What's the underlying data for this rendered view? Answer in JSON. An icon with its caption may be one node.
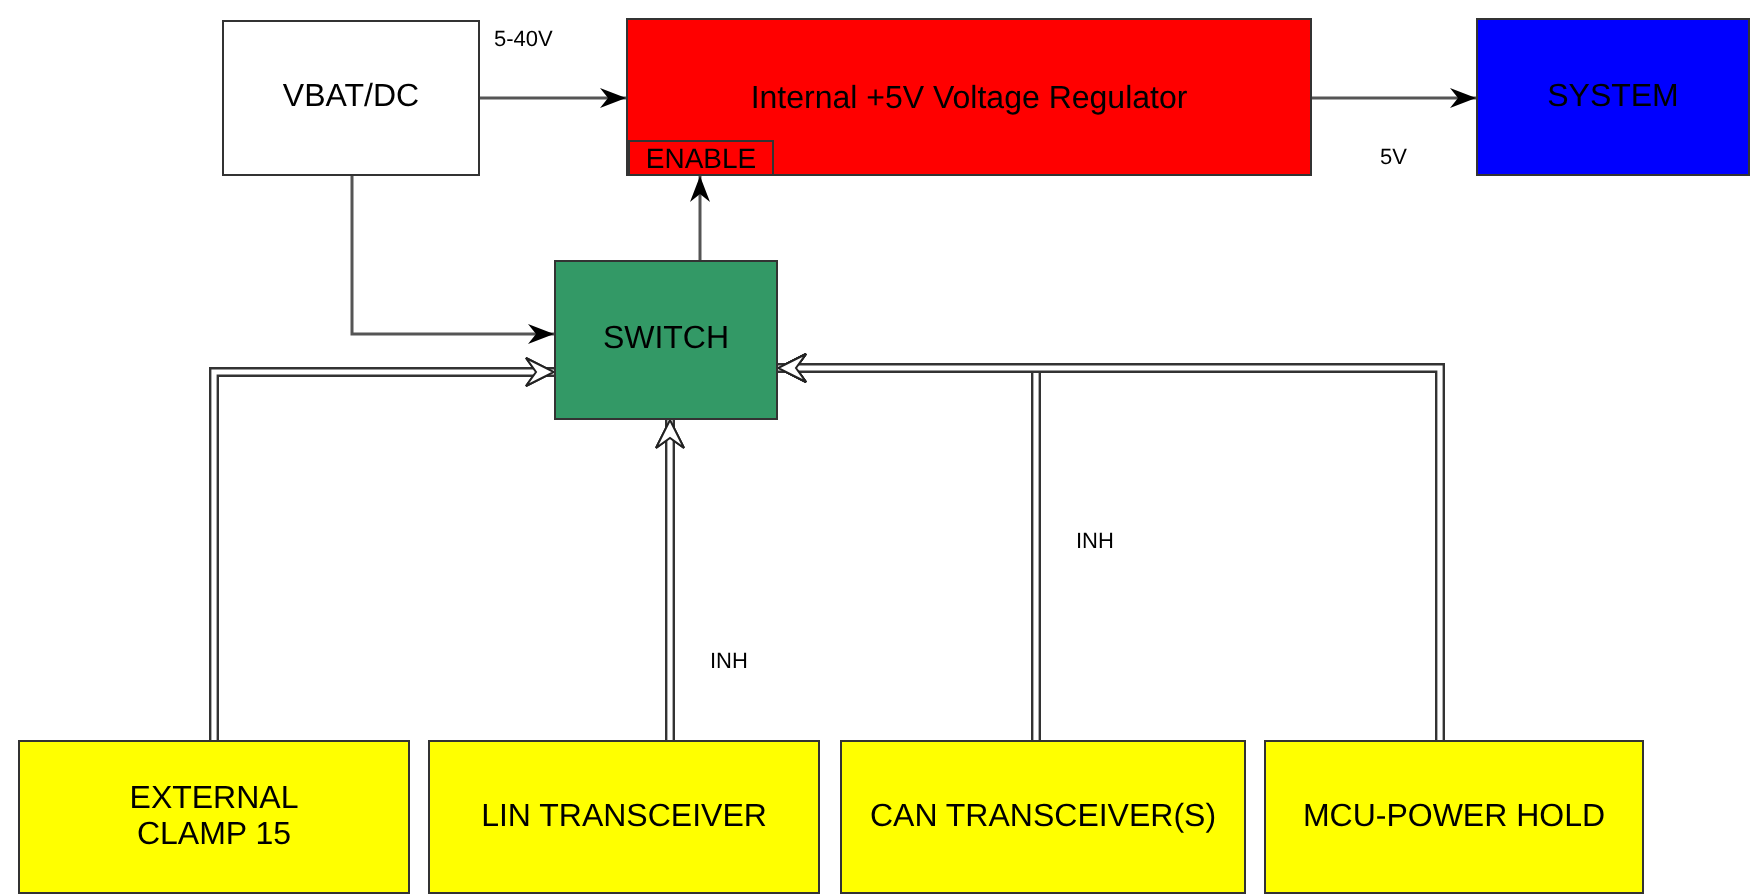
{
  "diagram": {
    "nodes": [
      {
        "text": [
          "VBAT/DC"
        ]
      },
      {
        "text": [
          "Internal +5V Voltage Regulator"
        ]
      },
      {
        "text": [
          "ENABLE"
        ],
        "in": 1
      },
      {
        "text": [
          "SYSTEM"
        ]
      },
      {
        "text": [
          "SWITCH"
        ]
      },
      {
        "text": [
          "EXTERNAL CLAMP 15"
        ]
      },
      {
        "text": [
          "LIN TRANSCEIVER"
        ]
      },
      {
        "text": [
          "CAN TRANSCEIVER(S)"
        ]
      },
      {
        "text": [
          "MCU-POWER HOLD"
        ]
      }
    ],
    "edges": [
      {
        "from": 0,
        "to": 1,
        "arrow": "to",
        "label": "5-40V"
      },
      {
        "from": 1,
        "to": 3,
        "arrow": "to",
        "label": "5V"
      },
      {
        "from": 0,
        "to": 4,
        "arrow": "to"
      },
      {
        "from": 4,
        "to": 2,
        "arrow": "to"
      },
      {
        "from": 5,
        "to": 4,
        "arrow": "to",
        "style": "thick"
      },
      {
        "from": 6,
        "to": 4,
        "arrow": "to",
        "style": "thick",
        "label": "INH"
      },
      {
        "from": 7,
        "to": 4,
        "arrow": "to",
        "style": "thick",
        "label": "INH"
      },
      {
        "from": 8,
        "to": 4,
        "arrow": "to",
        "style": "thick"
      }
    ]
  }
}
